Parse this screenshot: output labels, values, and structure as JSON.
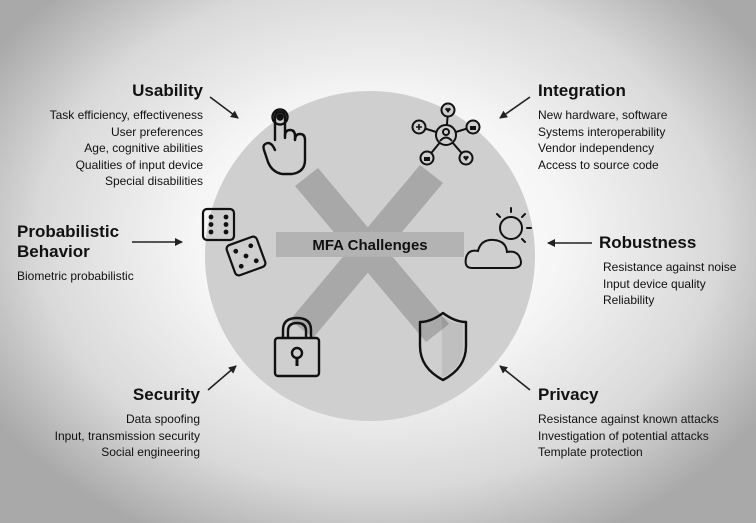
{
  "center_label": "MFA Challenges",
  "categories": {
    "usability": {
      "title": "Usability",
      "items": [
        "Task efficiency, effectiveness",
        "User preferences",
        "Age, cognitive abilities",
        "Qualities of input device",
        "Special disabilities"
      ],
      "icon": "touch-hand-icon"
    },
    "integration": {
      "title": "Integration",
      "items": [
        "New hardware, software",
        "Systems interoperability",
        "Vendor independency",
        "Access to source code"
      ],
      "icon": "network-hub-icon"
    },
    "probabilistic": {
      "title_lines": [
        "Probabilistic",
        "Behavior"
      ],
      "items": [
        "Biometric probabilistic"
      ],
      "icon": "dice-icon"
    },
    "robustness": {
      "title": "Robustness",
      "items": [
        "Resistance against noise",
        "Input device quality",
        "Reliability"
      ],
      "icon": "cloud-sun-icon"
    },
    "security": {
      "title": "Security",
      "items": [
        "Data spoofing",
        "Input, transmission security",
        "Social engineering"
      ],
      "icon": "padlock-icon"
    },
    "privacy": {
      "title": "Privacy",
      "items": [
        "Resistance against known attacks",
        "Investigation of potential attacks",
        "Template protection"
      ],
      "icon": "shield-icon"
    }
  },
  "colors": {
    "circle": "#cfcfcf",
    "cross": "#a8a8a8",
    "banner": "#b3b3b3",
    "ink": "#111111"
  }
}
